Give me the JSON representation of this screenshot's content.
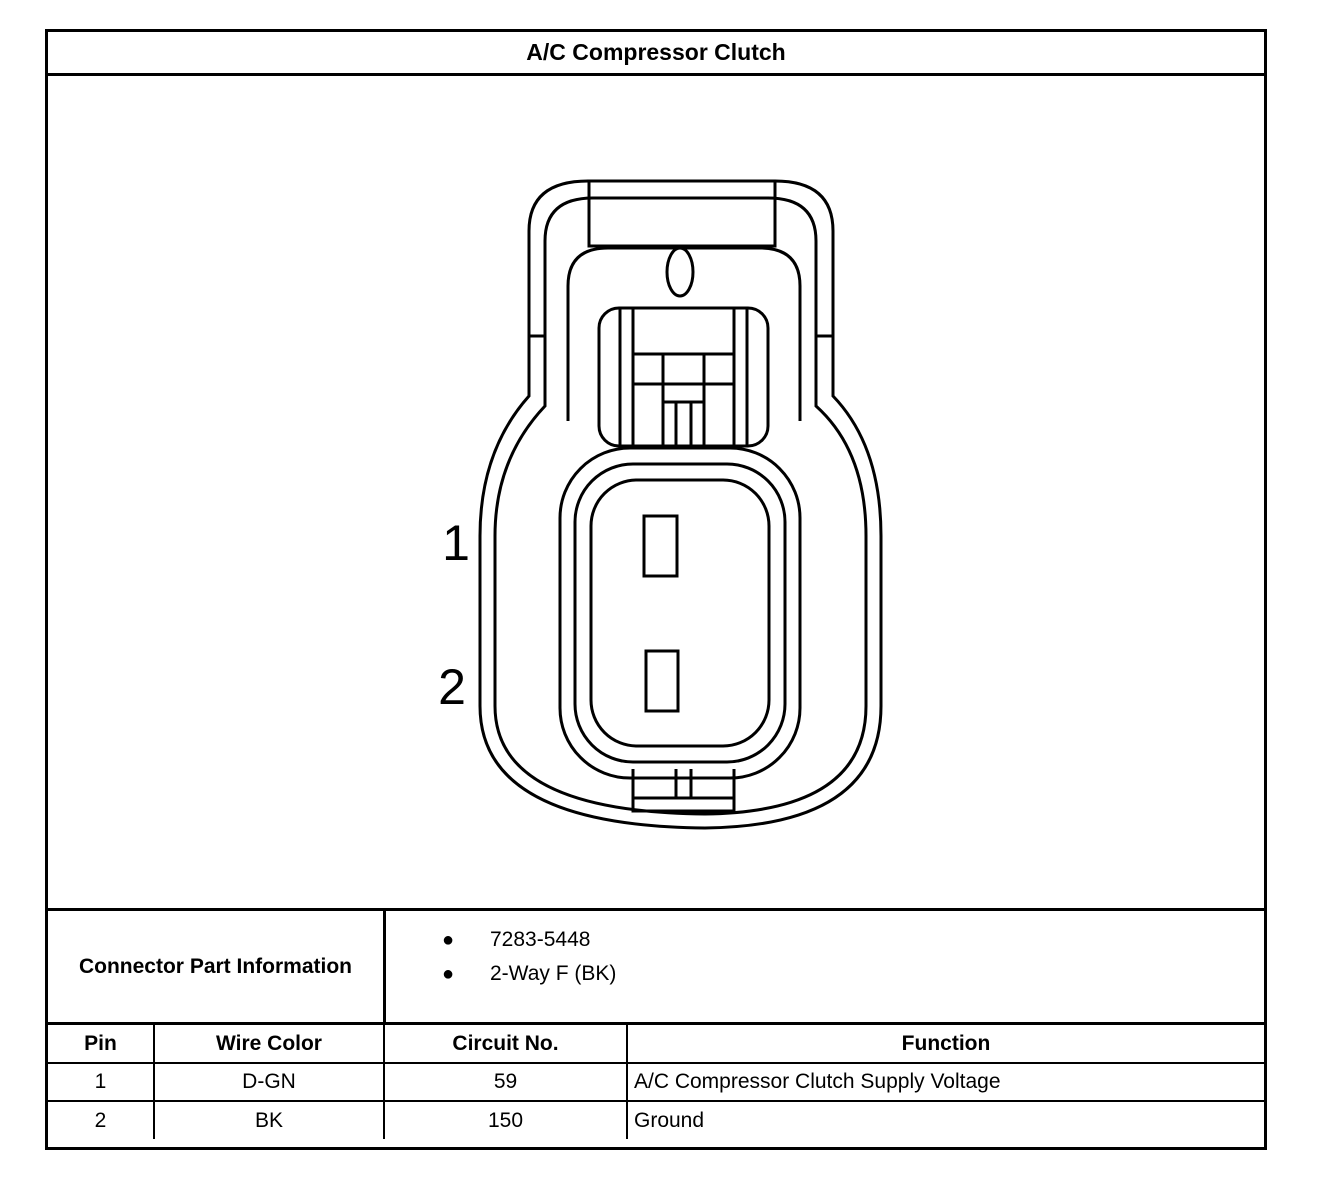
{
  "title": "A/C Compressor Clutch",
  "diagram": {
    "pin_labels": [
      "1",
      "2"
    ]
  },
  "connector_info": {
    "label": "Connector Part Information",
    "items": [
      "7283-5448",
      "2-Way F (BK)"
    ]
  },
  "pin_table": {
    "headers": [
      "Pin",
      "Wire Color",
      "Circuit No.",
      "Function"
    ],
    "rows": [
      {
        "pin": "1",
        "wire_color": "D-GN",
        "circuit": "59",
        "function": "A/C Compressor Clutch Supply Voltage"
      },
      {
        "pin": "2",
        "wire_color": "BK",
        "circuit": "150",
        "function": "Ground"
      }
    ]
  }
}
